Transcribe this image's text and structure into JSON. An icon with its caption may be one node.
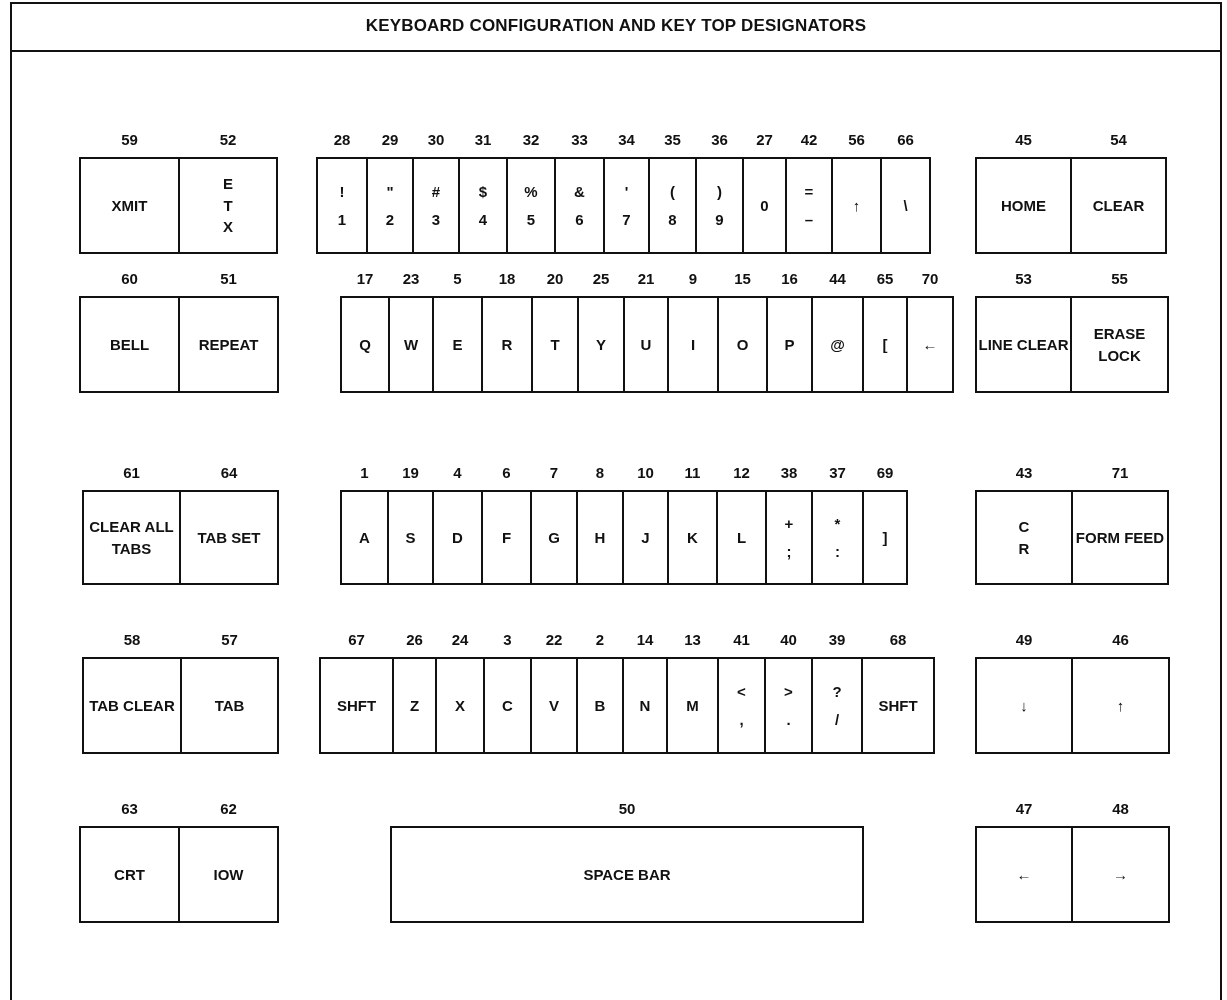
{
  "diagram": {
    "title": "KEYBOARD CONFIGURATION AND KEY TOP DESIGNATORS",
    "nodes": [
      {
        "text": [
          "XMIT"
        ],
        "beside": [
          "59"
        ]
      },
      {
        "text": [
          "E T X"
        ],
        "beside": [
          "52"
        ]
      },
      {
        "text": [
          "!",
          "1"
        ],
        "beside": [
          "28"
        ]
      },
      {
        "text": [
          "\"",
          "2"
        ],
        "beside": [
          "29"
        ]
      },
      {
        "text": [
          "#",
          "3"
        ],
        "beside": [
          "30"
        ]
      },
      {
        "text": [
          "$",
          "4"
        ],
        "beside": [
          "31"
        ]
      },
      {
        "text": [
          "%",
          "5"
        ],
        "beside": [
          "32"
        ]
      },
      {
        "text": [
          "&",
          "6"
        ],
        "beside": [
          "33"
        ]
      },
      {
        "text": [
          "'",
          "7"
        ],
        "beside": [
          "34"
        ]
      },
      {
        "text": [
          "(",
          "8"
        ],
        "beside": [
          "35"
        ]
      },
      {
        "text": [
          ")",
          "9"
        ],
        "beside": [
          "36"
        ]
      },
      {
        "text": [
          "0"
        ],
        "beside": [
          "27"
        ]
      },
      {
        "text": [
          "=",
          "–"
        ],
        "beside": [
          "42"
        ]
      },
      {
        "text": [
          "↑"
        ],
        "beside": [
          "56"
        ]
      },
      {
        "text": [
          "\\"
        ],
        "beside": [
          "66"
        ]
      },
      {
        "text": [
          "HOME"
        ],
        "beside": [
          "45"
        ]
      },
      {
        "text": [
          "CLEAR"
        ],
        "beside": [
          "54"
        ]
      },
      {
        "text": [
          "BELL"
        ],
        "beside": [
          "60"
        ]
      },
      {
        "text": [
          "REPEAT"
        ],
        "beside": [
          "51"
        ]
      },
      {
        "text": [
          "Q"
        ],
        "beside": [
          "17"
        ]
      },
      {
        "text": [
          "W"
        ],
        "beside": [
          "23"
        ]
      },
      {
        "text": [
          "E"
        ],
        "beside": [
          "5"
        ]
      },
      {
        "text": [
          "R"
        ],
        "beside": [
          "18"
        ]
      },
      {
        "text": [
          "T"
        ],
        "beside": [
          "20"
        ]
      },
      {
        "text": [
          "Y"
        ],
        "beside": [
          "25"
        ]
      },
      {
        "text": [
          "U"
        ],
        "beside": [
          "21"
        ]
      },
      {
        "text": [
          "I"
        ],
        "beside": [
          "9"
        ]
      },
      {
        "text": [
          "O"
        ],
        "beside": [
          "15"
        ]
      },
      {
        "text": [
          "P"
        ],
        "beside": [
          "16"
        ]
      },
      {
        "text": [
          "@"
        ],
        "beside": [
          "44"
        ]
      },
      {
        "text": [
          "["
        ],
        "beside": [
          "65"
        ]
      },
      {
        "text": [
          "←"
        ],
        "beside": [
          "70"
        ]
      },
      {
        "text": [
          "LINE CLEAR"
        ],
        "beside": [
          "53"
        ]
      },
      {
        "text": [
          "ERASE LOCK"
        ],
        "beside": [
          "55"
        ]
      },
      {
        "text": [
          "CLEAR ALL TABS"
        ],
        "beside": [
          "61"
        ]
      },
      {
        "text": [
          "TAB SET"
        ],
        "beside": [
          "64"
        ]
      },
      {
        "text": [
          "A"
        ],
        "beside": [
          "1"
        ]
      },
      {
        "text": [
          "S"
        ],
        "beside": [
          "19"
        ]
      },
      {
        "text": [
          "D"
        ],
        "beside": [
          "4"
        ]
      },
      {
        "text": [
          "F"
        ],
        "beside": [
          "6"
        ]
      },
      {
        "text": [
          "G"
        ],
        "beside": [
          "7"
        ]
      },
      {
        "text": [
          "H"
        ],
        "beside": [
          "8"
        ]
      },
      {
        "text": [
          "J"
        ],
        "beside": [
          "10"
        ]
      },
      {
        "text": [
          "K"
        ],
        "beside": [
          "11"
        ]
      },
      {
        "text": [
          "L"
        ],
        "beside": [
          "12"
        ]
      },
      {
        "text": [
          "+",
          ";"
        ],
        "beside": [
          "38"
        ]
      },
      {
        "text": [
          "*",
          ":"
        ],
        "beside": [
          "37"
        ]
      },
      {
        "text": [
          "]"
        ],
        "beside": [
          "69"
        ]
      },
      {
        "text": [
          "C R"
        ],
        "beside": [
          "43"
        ]
      },
      {
        "text": [
          "FORM FEED"
        ],
        "beside": [
          "71"
        ]
      },
      {
        "text": [
          "TAB CLEAR"
        ],
        "beside": [
          "58"
        ]
      },
      {
        "text": [
          "TAB"
        ],
        "beside": [
          "57"
        ]
      },
      {
        "text": [
          "SHFT"
        ],
        "beside": [
          "67"
        ]
      },
      {
        "text": [
          "Z"
        ],
        "beside": [
          "26"
        ]
      },
      {
        "text": [
          "X"
        ],
        "beside": [
          "24"
        ]
      },
      {
        "text": [
          "C"
        ],
        "beside": [
          "3"
        ]
      },
      {
        "text": [
          "V"
        ],
        "beside": [
          "22"
        ]
      },
      {
        "text": [
          "B"
        ],
        "beside": [
          "2"
        ]
      },
      {
        "text": [
          "N"
        ],
        "beside": [
          "14"
        ]
      },
      {
        "text": [
          "M"
        ],
        "beside": [
          "13"
        ]
      },
      {
        "text": [
          "<",
          ","
        ],
        "beside": [
          "41"
        ]
      },
      {
        "text": [
          ">",
          "."
        ],
        "beside": [
          "40"
        ]
      },
      {
        "text": [
          "?",
          "/"
        ],
        "beside": [
          "39"
        ]
      },
      {
        "text": [
          "SHFT"
        ],
        "beside": [
          "68"
        ]
      },
      {
        "text": [
          "↓"
        ],
        "beside": [
          "49"
        ]
      },
      {
        "text": [
          "↑"
        ],
        "beside": [
          "46"
        ]
      },
      {
        "text": [
          "CRT"
        ],
        "beside": [
          "63"
        ]
      },
      {
        "text": [
          "IOW"
        ],
        "beside": [
          "62"
        ]
      },
      {
        "text": [
          "SPACE BAR"
        ],
        "beside": [
          "50"
        ]
      },
      {
        "text": [
          "←"
        ],
        "beside": [
          "47"
        ]
      },
      {
        "text": [
          "→"
        ],
        "beside": [
          "48"
        ]
      }
    ]
  }
}
